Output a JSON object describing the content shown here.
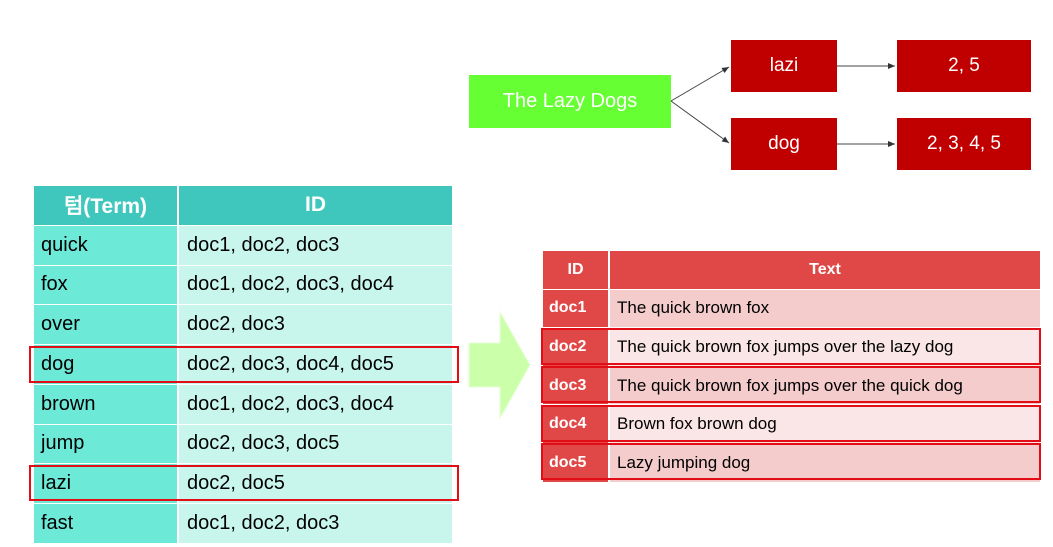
{
  "diagram": {
    "query": "The Lazy Dogs",
    "terms": [
      {
        "term": "lazi",
        "postings": "2, 5"
      },
      {
        "term": "dog",
        "postings": "2, 3, 4, 5"
      }
    ]
  },
  "term_table": {
    "headers": [
      "텀(Term)",
      "ID"
    ],
    "rows": [
      {
        "term": "quick",
        "ids": "doc1, doc2, doc3"
      },
      {
        "term": "fox",
        "ids": "doc1, doc2, doc3, doc4"
      },
      {
        "term": "over",
        "ids": "doc2, doc3"
      },
      {
        "term": "dog",
        "ids": "doc2, doc3, doc4, doc5",
        "highlighted": true
      },
      {
        "term": "brown",
        "ids": "doc1, doc2, doc3, doc4"
      },
      {
        "term": "jump",
        "ids": "doc2, doc3, doc5"
      },
      {
        "term": "lazi",
        "ids": "doc2, doc5",
        "highlighted": true
      },
      {
        "term": "fast",
        "ids": "doc1, doc2, doc3"
      }
    ]
  },
  "doc_table": {
    "headers": [
      "ID",
      "Text"
    ],
    "rows": [
      {
        "id": "doc1",
        "text": "The quick brown fox"
      },
      {
        "id": "doc2",
        "text": "The quick brown fox jumps over the lazy dog",
        "highlighted": true
      },
      {
        "id": "doc3",
        "text": "The quick brown fox jumps over the quick dog",
        "highlighted": true
      },
      {
        "id": "doc4",
        "text": "Brown fox brown dog",
        "highlighted": true
      },
      {
        "id": "doc5",
        "text": "Lazy jumping dog",
        "highlighted": true
      }
    ]
  },
  "colors": {
    "query_box": "#66ff33",
    "node": "#c00000",
    "highlight_border": "#e30e15",
    "term_header": "#3fc7bd",
    "doc_header": "#e04848",
    "arrow": "#ccffaa"
  }
}
